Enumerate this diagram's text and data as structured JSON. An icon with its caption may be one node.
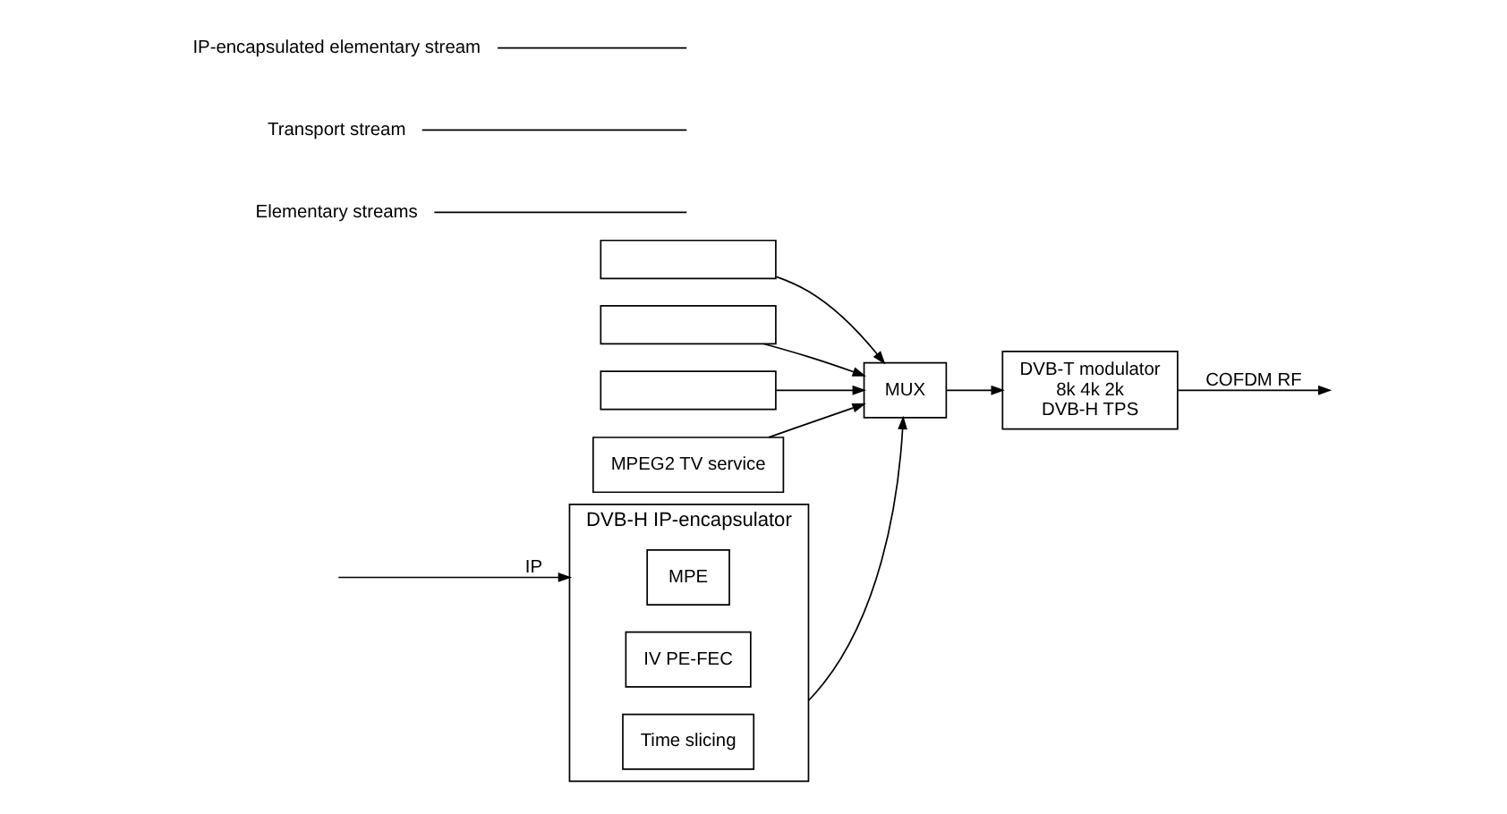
{
  "diagram": {
    "nodes": [
      {
        "text": [],
        "shape": "box"
      },
      {
        "text": [],
        "shape": "box"
      },
      {
        "text": [],
        "shape": "box"
      },
      {
        "text": [
          "MPEG2 TV service"
        ]
      },
      {
        "text": [
          "MUX"
        ]
      },
      {
        "text": [
          "DVB-T modulator",
          "8k 4k 2k",
          "DVB-H TPS"
        ]
      },
      {
        "text": [
          "DVB-H IP-encapsulator"
        ]
      },
      {
        "text": [
          "MPE"
        ],
        "in": 6
      },
      {
        "text": [
          "IV PE-FEC"
        ],
        "in": 6
      },
      {
        "text": [
          "Time slicing"
        ],
        "in": 6
      },
      {
        "text": [
          "Elementary streams"
        ]
      },
      {
        "text": [
          "Transport stream"
        ]
      },
      {
        "text": [
          "IP-encapsulated elementary stream"
        ]
      }
    ],
    "edges": [
      {
        "from": 0,
        "to": 4,
        "arrow": "to"
      },
      {
        "from": 1,
        "to": 4,
        "arrow": "to"
      },
      {
        "from": 2,
        "to": 4,
        "arrow": "to"
      },
      {
        "from": 3,
        "to": 4,
        "arrow": "to"
      },
      {
        "from": 6,
        "to": 4,
        "arrow": "to"
      },
      {
        "from": 4,
        "to": 5,
        "arrow": "to"
      },
      {
        "from": 5,
        "to": null,
        "arrow": "to",
        "label": "COFDM RF"
      },
      {
        "from": null,
        "to": 6,
        "arrow": "to",
        "label": "IP"
      },
      {
        "from": 10,
        "to": null,
        "arrow": "none"
      },
      {
        "from": 11,
        "to": null,
        "arrow": "none"
      },
      {
        "from": 12,
        "to": null,
        "arrow": "none"
      }
    ]
  }
}
